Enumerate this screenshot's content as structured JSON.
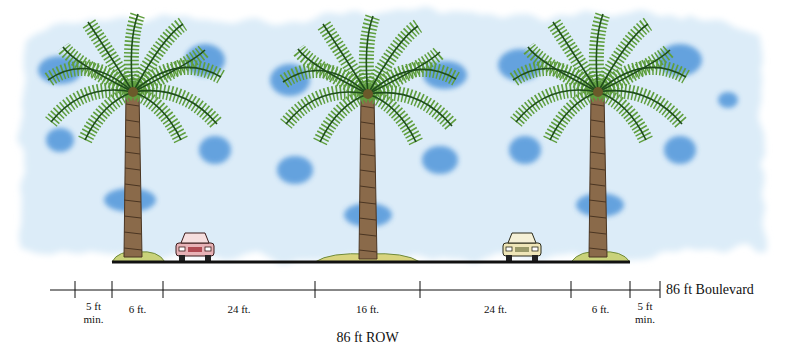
{
  "diagram": {
    "labels": [
      "5 ft min.",
      "6 ft.",
      "24 ft.",
      "16 ft.",
      "24 ft.",
      "6 ft.",
      "5 ft min.",
      "86 ft Boulevard",
      "86 ft ROW"
    ]
  }
}
